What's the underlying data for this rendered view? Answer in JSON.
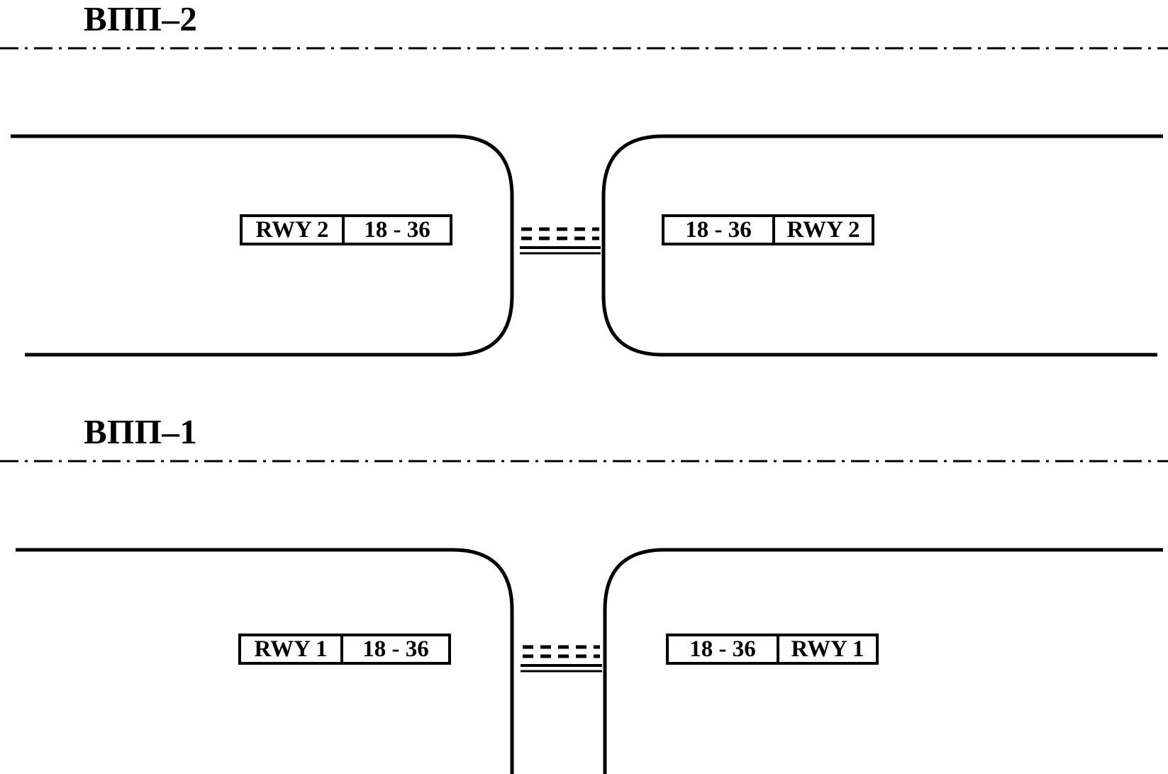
{
  "diagram": {
    "kind": "aerodrome-runway-layout",
    "line_color": "#000000",
    "background_color": "#ffffff",
    "runways": [
      {
        "id": "rwy2",
        "title": "ВПП–2",
        "centerline_style": "dash-dot",
        "end_type": "closed-rounded",
        "left_marker": {
          "designator": "RWY 2",
          "headings": "18 - 36"
        },
        "right_marker": {
          "designator": "18 - 36",
          "headings": "RWY 2"
        }
      },
      {
        "id": "rwy1",
        "title": "ВПП–1",
        "centerline_style": "dash-dot",
        "end_type": "open-taxiway",
        "left_marker": {
          "designator": "RWY 1",
          "headings": "18 - 36"
        },
        "right_marker": {
          "designator": "18 - 36",
          "headings": "RWY 1"
        }
      }
    ],
    "connector": {
      "description": "runway-gap-connector",
      "dashed_lines": 2,
      "solid_lines": 2
    }
  }
}
